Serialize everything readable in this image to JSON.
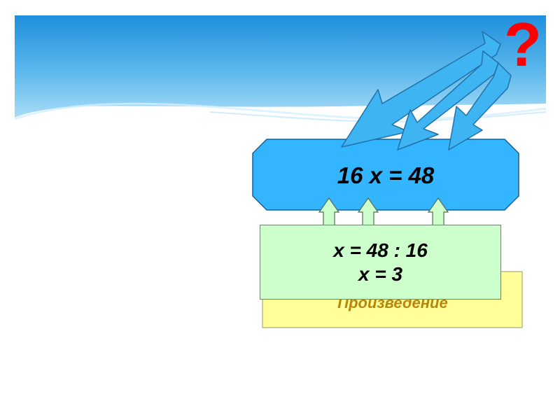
{
  "slide": {
    "equation": "16 x = 48",
    "solution_lines": [
      "x = 48 : 16",
      "x = 3"
    ],
    "hidden_word": "Произведение",
    "question_mark": "?"
  },
  "colors": {
    "sky_top": "#1f8fdd",
    "sky_bottom": "#a9dcf7",
    "equation_fill": "#33b5ff",
    "arrow_fill": "#3fb4f2",
    "solution_fill": "#ccffcc",
    "hidden_box_fill": "#ffff99",
    "question_color": "#ff0000"
  }
}
